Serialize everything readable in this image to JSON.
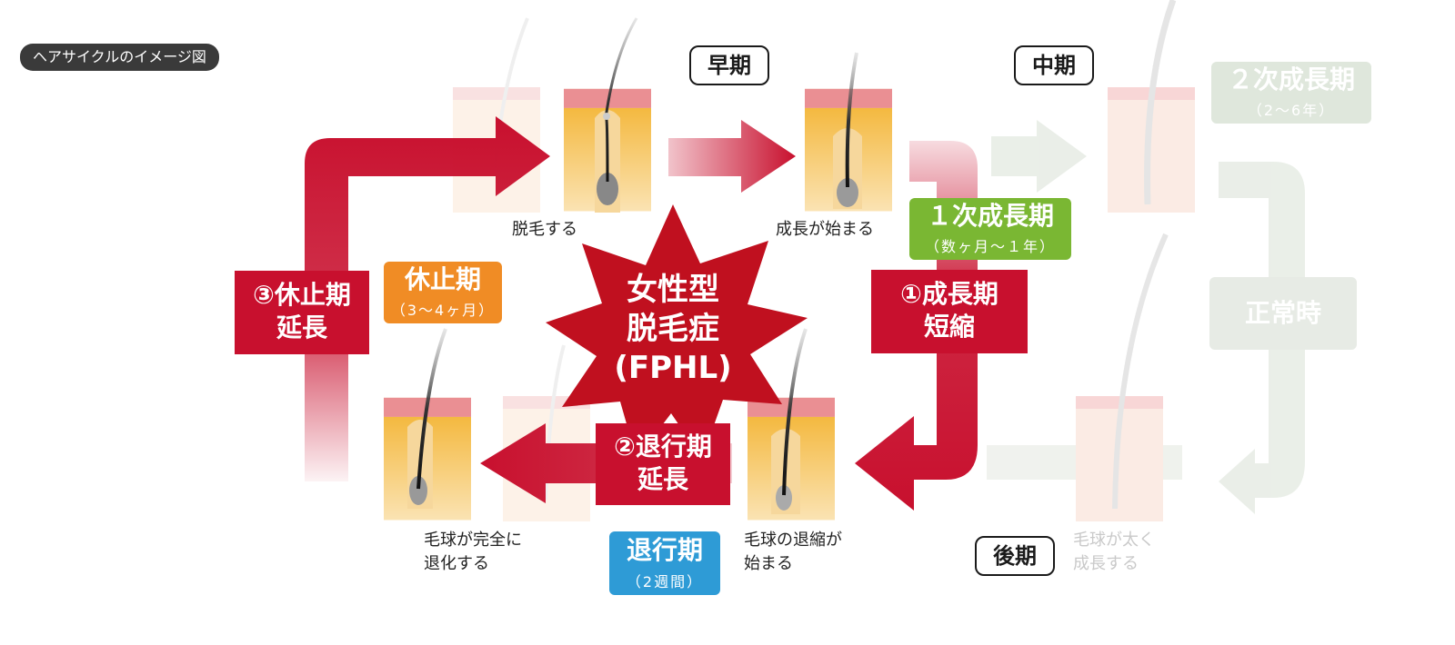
{
  "badge": "ヘアサイクルのイメージ図",
  "phases": {
    "early": "早期",
    "middle": "中期",
    "late": "後期"
  },
  "stages": {
    "anagen1": {
      "name": "１次成長期",
      "duration": "（数ヶ月〜１年）",
      "color": "#7ab733"
    },
    "telogen": {
      "name": "休止期",
      "duration": "（3〜4ヶ月）",
      "color": "#f08c25"
    },
    "catagen": {
      "name": "退行期",
      "duration": "（2週間）",
      "color": "#2e9bd6"
    },
    "anagen2": {
      "name": "２次成長期",
      "duration": "（2〜6年）",
      "color": "#dfe7dc"
    },
    "normal": {
      "name": "正常時"
    }
  },
  "effects": {
    "anagen_shortened": {
      "line1": "①成長期",
      "line2": "短縮"
    },
    "catagen_extended": {
      "line1": "②退行期",
      "line2": "延長"
    },
    "telogen_extended": {
      "line1": "③休止期",
      "line2": "延長"
    }
  },
  "center": {
    "line1": "女性型",
    "line2": "脱毛症",
    "line3": "(FPHL)"
  },
  "captions": {
    "shed": "脱毛する",
    "growth_start": "成長が始まる",
    "bulb_shrinking_1": "毛球の退縮が",
    "bulb_shrinking_2": "始まる",
    "bulb_regressed_1": "毛球が完全に",
    "bulb_regressed_2": "退化する",
    "thick_1": "毛球が太く",
    "thick_2": "成長する"
  },
  "colors": {
    "arrow_red": "#c8102e",
    "center_star": "#c0101f",
    "skin_pink": "#ea8f93",
    "fat_yellow": "#f4b940"
  }
}
